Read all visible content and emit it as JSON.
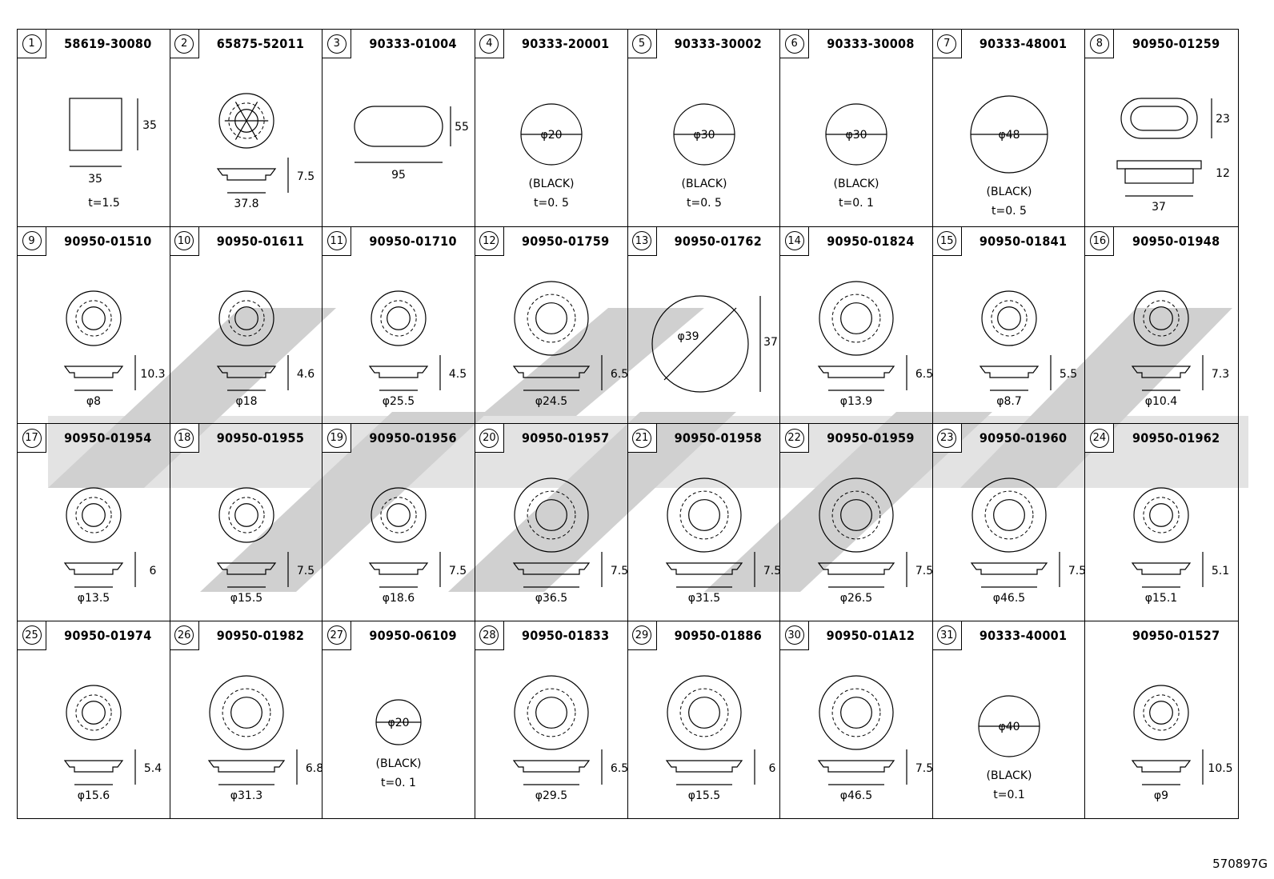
{
  "parts": [
    {
      "index": "1",
      "part_no": "58619-30080",
      "shape": "square",
      "dims": [
        "35",
        "35"
      ],
      "note": "t=1.5"
    },
    {
      "index": "2",
      "part_no": "65875-52011",
      "shape": "grommet-spoke",
      "dims": [
        "7.5",
        "37.8"
      ]
    },
    {
      "index": "3",
      "part_no": "90333-01004",
      "shape": "oval",
      "dims": [
        "55",
        "95"
      ]
    },
    {
      "index": "4",
      "part_no": "90333-20001",
      "shape": "disc",
      "dims": [
        "φ20"
      ],
      "color": "(BLACK)",
      "note": "t=0. 5"
    },
    {
      "index": "5",
      "part_no": "90333-30002",
      "shape": "disc",
      "dims": [
        "φ30"
      ],
      "color": "(BLACK)",
      "note": "t=0. 5"
    },
    {
      "index": "6",
      "part_no": "90333-30008",
      "shape": "disc",
      "dims": [
        "φ30"
      ],
      "color": "(BLACK)",
      "note": "t=0. 1"
    },
    {
      "index": "7",
      "part_no": "90333-48001",
      "shape": "disc-large",
      "dims": [
        "φ48"
      ],
      "color": "(BLACK)",
      "note": "t=0. 5"
    },
    {
      "index": "8",
      "part_no": "90950-01259",
      "shape": "oval-grommet",
      "dims": [
        "23",
        "12",
        "37"
      ]
    },
    {
      "index": "9",
      "part_no": "90950-01510",
      "shape": "plug",
      "dims": [
        "10.3",
        "φ8"
      ]
    },
    {
      "index": "10",
      "part_no": "90950-01611",
      "shape": "gear-grommet",
      "dims": [
        "4.6",
        "φ18"
      ]
    },
    {
      "index": "11",
      "part_no": "90950-01710",
      "shape": "notched-grommet",
      "dims": [
        "4.5",
        "φ25.5"
      ]
    },
    {
      "index": "12",
      "part_no": "90950-01759",
      "shape": "ring-grommet",
      "dims": [
        "6.5",
        "φ24.5"
      ]
    },
    {
      "index": "13",
      "part_no": "90950-01762",
      "shape": "clip-disc",
      "dims": [
        "φ39",
        "37"
      ]
    },
    {
      "index": "14",
      "part_no": "90950-01824",
      "shape": "ring-grommet",
      "dims": [
        "6.5",
        "φ13.9"
      ]
    },
    {
      "index": "15",
      "part_no": "90950-01841",
      "shape": "plug",
      "dims": [
        "5.5",
        "φ8.7"
      ]
    },
    {
      "index": "16",
      "part_no": "90950-01948",
      "shape": "plug",
      "dims": [
        "7.3",
        "φ10.4"
      ]
    },
    {
      "index": "17",
      "part_no": "90950-01954",
      "shape": "plug",
      "dims": [
        "6",
        "φ13.5"
      ]
    },
    {
      "index": "18",
      "part_no": "90950-01955",
      "shape": "plug",
      "dims": [
        "7.5",
        "φ15.5"
      ]
    },
    {
      "index": "19",
      "part_no": "90950-01956",
      "shape": "plug",
      "dims": [
        "7.5",
        "φ18.6"
      ]
    },
    {
      "index": "20",
      "part_no": "90950-01957",
      "shape": "ring-grommet",
      "dims": [
        "7.5",
        "φ36.5"
      ]
    },
    {
      "index": "21",
      "part_no": "90950-01958",
      "shape": "ring-grommet",
      "dims": [
        "7.5",
        "φ31.5"
      ]
    },
    {
      "index": "22",
      "part_no": "90950-01959",
      "shape": "ring-grommet",
      "dims": [
        "7.5",
        "φ26.5"
      ]
    },
    {
      "index": "23",
      "part_no": "90950-01960",
      "shape": "ring-grommet",
      "dims": [
        "7.5",
        "φ46.5"
      ]
    },
    {
      "index": "24",
      "part_no": "90950-01962",
      "shape": "plug",
      "dims": [
        "5.1",
        "φ15.1"
      ]
    },
    {
      "index": "25",
      "part_no": "90950-01974",
      "shape": "plug",
      "dims": [
        "5.4",
        "φ15.6"
      ]
    },
    {
      "index": "26",
      "part_no": "90950-01982",
      "shape": "ring-grommet",
      "dims": [
        "6.8",
        "φ31.3"
      ]
    },
    {
      "index": "27",
      "part_no": "90950-06109",
      "shape": "disc-small",
      "dims": [
        "φ20"
      ],
      "color": "(BLACK)",
      "note": "t=0. 1"
    },
    {
      "index": "28",
      "part_no": "90950-01833",
      "shape": "ring-grommet",
      "dims": [
        "6.5",
        "φ29.5"
      ]
    },
    {
      "index": "29",
      "part_no": "90950-01886",
      "shape": "ring-grommet",
      "dims": [
        "6",
        "φ15.5"
      ]
    },
    {
      "index": "30",
      "part_no": "90950-01A12",
      "shape": "ring-grommet",
      "dims": [
        "7.5",
        "φ46.5"
      ]
    },
    {
      "index": "31",
      "part_no": "90333-40001",
      "shape": "disc",
      "dims": [
        "φ40"
      ],
      "color": "(BLACK)",
      "note": "t=0.1"
    },
    {
      "index": "",
      "part_no": "90950-01527",
      "shape": "plug",
      "dims": [
        "10.5",
        "φ9"
      ]
    }
  ],
  "reference_code": "570897G",
  "colors": {
    "line": "#000000",
    "watermark": "#c8c8c8",
    "background": "#ffffff"
  }
}
